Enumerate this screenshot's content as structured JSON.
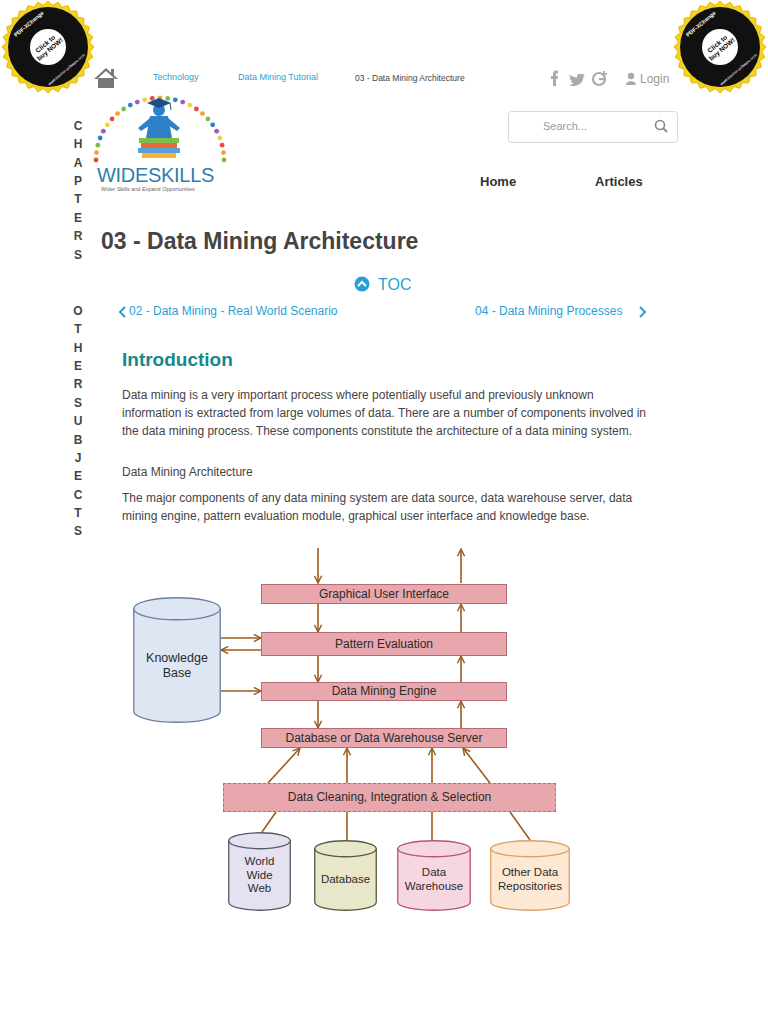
{
  "diagram": {
    "title": "03 - Data Mining Architecture",
    "nodes": [
      {
        "text": [
          "Graphical User Interface"
        ]
      },
      {
        "text": [
          "Knowledge Base"
        ]
      },
      {
        "text": [
          "Pattern Evaluation"
        ]
      },
      {
        "text": [
          "Data Mining Engine"
        ]
      },
      {
        "text": [
          "Database or Data Warehouse Server"
        ]
      },
      {
        "text": [
          "Data Cleaning, Integration & Selection"
        ]
      },
      {
        "text": [
          "World Wide Web"
        ]
      },
      {
        "text": [
          "Database"
        ]
      },
      {
        "text": [
          "Data Warehouse"
        ]
      },
      {
        "text": [
          "Other Data Repositories"
        ]
      }
    ],
    "edges": [
      {
        "from": 0,
        "to": 2,
        "arrow": "to"
      },
      {
        "from": 2,
        "to": 0,
        "arrow": "to"
      },
      {
        "from": 1,
        "to": 2,
        "arrow": "to"
      },
      {
        "from": 2,
        "to": 1,
        "arrow": "to"
      },
      {
        "from": 1,
        "to": 3,
        "arrow": "to"
      },
      {
        "from": 2,
        "to": 3,
        "arrow": "to"
      },
      {
        "from": 3,
        "to": 2,
        "arrow": "to"
      },
      {
        "from": 3,
        "to": 4,
        "arrow": "to"
      },
      {
        "from": 4,
        "to": 3,
        "arrow": "to"
      },
      {
        "from": 5,
        "to": 4,
        "arrow": "to"
      },
      {
        "from": 5,
        "to": 4,
        "arrow": "to"
      },
      {
        "from": 5,
        "to": 4,
        "arrow": "to"
      },
      {
        "from": 5,
        "to": 4,
        "arrow": "to"
      },
      {
        "from": 6,
        "to": 5,
        "arrow": "none"
      },
      {
        "from": 7,
        "to": 5,
        "arrow": "none"
      },
      {
        "from": 8,
        "to": 5,
        "arrow": "none"
      },
      {
        "from": 9,
        "to": 5,
        "arrow": "none"
      }
    ],
    "labels": [
      "PDF-XChange",
      "Click to buy NOW!",
      "www.tracker-software.com",
      "PDF-XChange",
      "Click to buy NOW!",
      "www.tracker-software.com",
      "Technology",
      "Data Mining Tutorial",
      "03 - Data Mining Architecture",
      "Login",
      "WIDESKILLS",
      "Wider Skills and Expand Opportunities",
      "Search...",
      "Home",
      "Articles",
      "CHAPTERS",
      "OTHER SUBJECTS",
      "TOC",
      "02 - Data Mining - Real World Scenario",
      "04 - Data Mining Processes",
      "Introduction",
      "Data mining is a very important process where potentially useful and previously unknown information is extracted from large volumes of data. There are a number of components involved in the data mining process. These components constitute the architecture of a data mining system.",
      "Data Mining Architecture",
      "The major components of any data mining system are data source, data warehouse server, data mining engine, pattern evaluation module, graphical user interface and knowledge base."
    ]
  }
}
